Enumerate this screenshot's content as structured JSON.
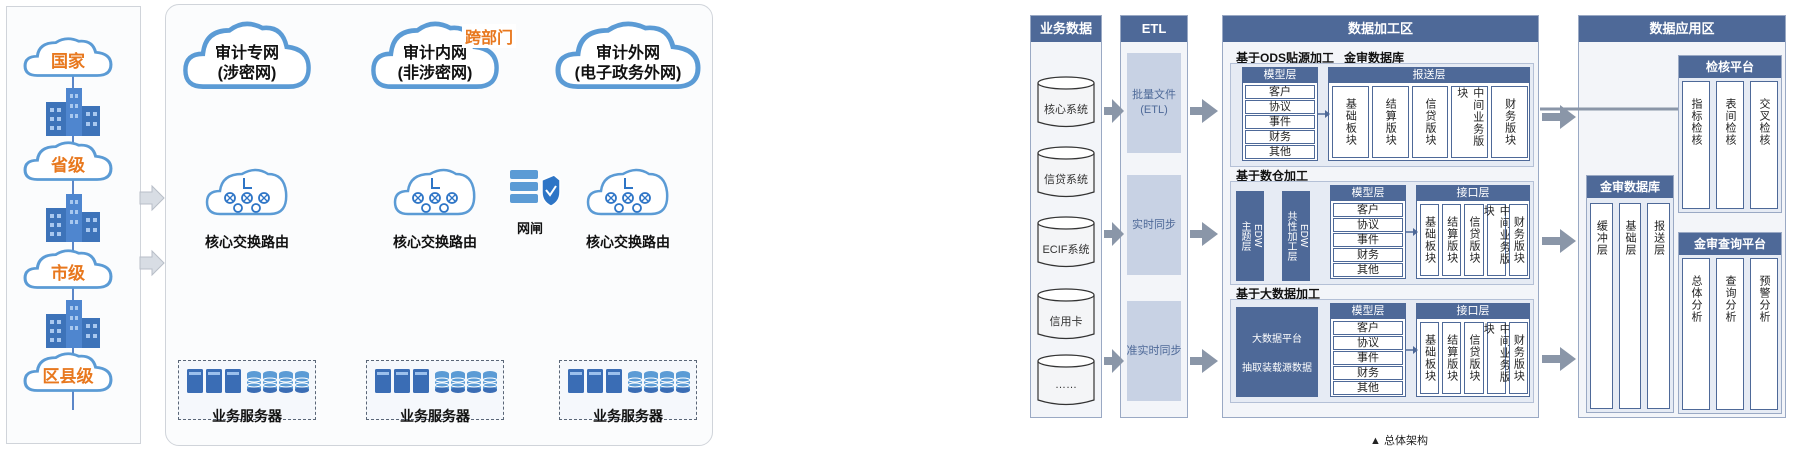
{
  "levels": [
    "国家",
    "省级",
    "市级",
    "区县级"
  ],
  "networks": [
    {
      "title_line1": "审计专网",
      "title_line2": "(涉密网)",
      "router": "核心交换路由",
      "servers": "业务服务器"
    },
    {
      "title_line1": "审计内网",
      "title_line2": "(非涉密网)",
      "router": "核心交换路由",
      "servers": "业务服务器"
    },
    {
      "title_line1": "审计外网",
      "title_line2": "(电子政务外网)",
      "router": "核心交换路由",
      "servers": "业务服务器"
    }
  ],
  "cross_dept_tag": "跨部门",
  "gateway_label": "网闸",
  "colors": {
    "accent_orange": "#e8781e",
    "cloud_border": "#5b9bd5",
    "arch_blue": "#4e6998",
    "divider_red": "#e33b3b",
    "divider_green": "#2fa84f"
  },
  "architecture": {
    "columns": {
      "biz": "业务数据",
      "etl": "ETL",
      "proc": "数据加工区",
      "app": "数据应用区"
    },
    "biz_sources": [
      "核心系统",
      "信贷系统",
      "ECIF系统",
      "信用卡",
      "……"
    ],
    "etl_items": [
      "批量文件\n(ETL)",
      "实时同步",
      "准实时同步"
    ],
    "sections": [
      {
        "title": "基于ODS贴源加工   金审数据库",
        "model_head": "模型层",
        "model_items": [
          "客户",
          "协议",
          "事件",
          "财务",
          "其他"
        ],
        "report_head": "报送层",
        "report_items": [
          "基础板块",
          "结算版块",
          "信贷版块",
          "中间业务版块",
          "财务版块"
        ]
      },
      {
        "title": "基于数仓加工",
        "edw": [
          "EDW\n主题层",
          "EDW\n共性加工层"
        ],
        "model_head": "模型层",
        "model_items": [
          "客户",
          "协议",
          "事件",
          "财务",
          "其他"
        ],
        "report_head": "接口层",
        "report_items": [
          "基础板块",
          "结算版块",
          "信贷版块",
          "中间业务版块",
          "财务版块"
        ]
      },
      {
        "title": "基于大数据加工",
        "bigdata": [
          "大数据平台",
          "抽取装载源数据"
        ],
        "model_head": "模型层",
        "model_items": [
          "客户",
          "协议",
          "事件",
          "财务",
          "其他"
        ],
        "report_head": "接口层",
        "report_items": [
          "基础板块",
          "结算版块",
          "信贷版块",
          "中间业务版块",
          "财务版块"
        ]
      }
    ],
    "app": {
      "jinshen_db": {
        "title": "金审数据库",
        "items": [
          "缓冲层",
          "基础层",
          "报送层"
        ]
      },
      "check_platform": {
        "title": "检核平台",
        "items": [
          "指标检核",
          "表间检核",
          "交叉检核"
        ]
      },
      "query_platform": {
        "title": "金审查询平台",
        "items": [
          "总体分析",
          "查询分析",
          "预警分析"
        ]
      }
    },
    "caption": "▲ 总体架构"
  }
}
